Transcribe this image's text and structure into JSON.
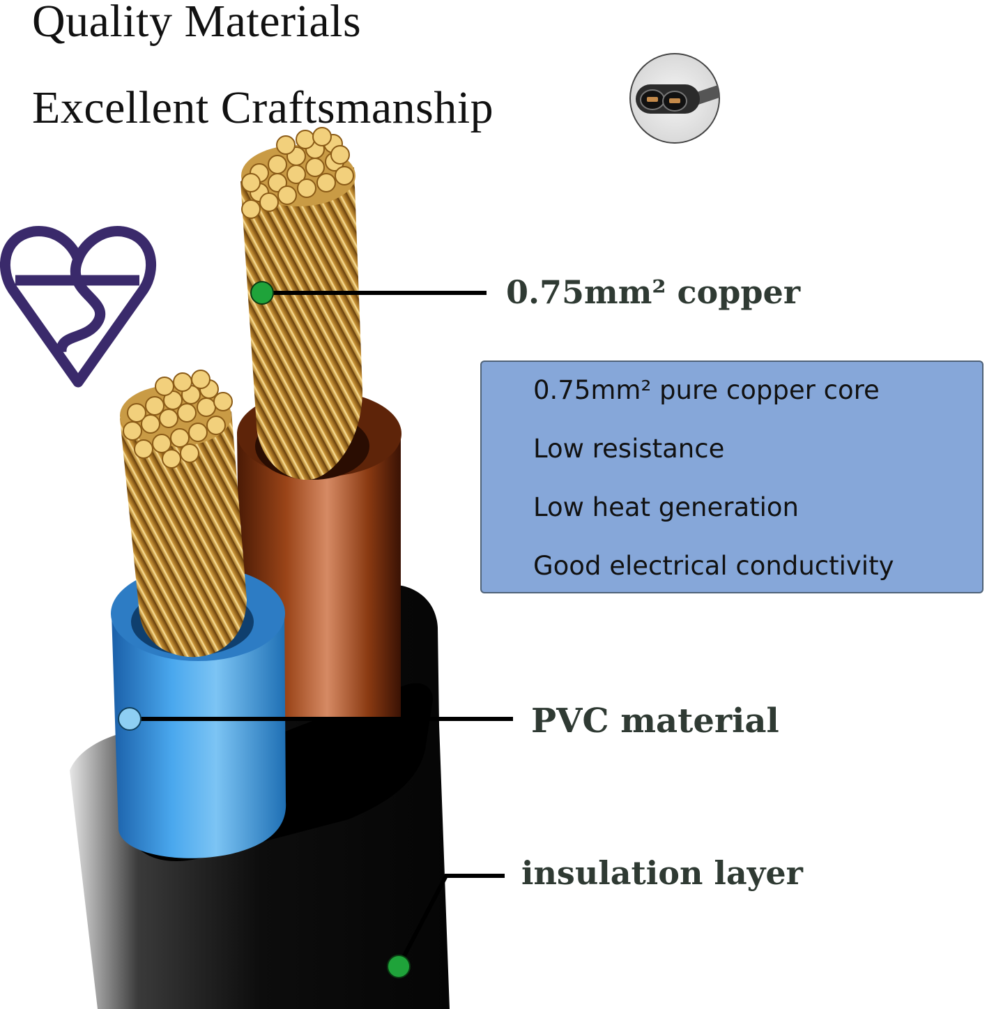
{
  "headline": {
    "line1": "Quality Materials",
    "line2": "Excellent Craftsmanship"
  },
  "callouts": {
    "copper": "0.75mm² copper",
    "pvc": "PVC material",
    "insulation": "insulation layer"
  },
  "features": [
    "0.75mm² pure copper core",
    "Low resistance",
    "Low heat generation",
    "Good electrical conductivity"
  ],
  "colors": {
    "panel_bg": "#86a7d9",
    "panel_border": "#4f6277",
    "copper_dot": "#1fa33a",
    "pvc_dot": "#8ecff3",
    "insulation_dot": "#1fa33a",
    "copper_conductor": "#c79a3c",
    "brown_insulation": "#7a3210",
    "blue_insulation": "#2f8fd6",
    "outer_sheath": "#111111",
    "kitemark": "#3a2a6b"
  },
  "icons": [
    "kitemark-heart-icon",
    "figure-8-connector-icon"
  ]
}
